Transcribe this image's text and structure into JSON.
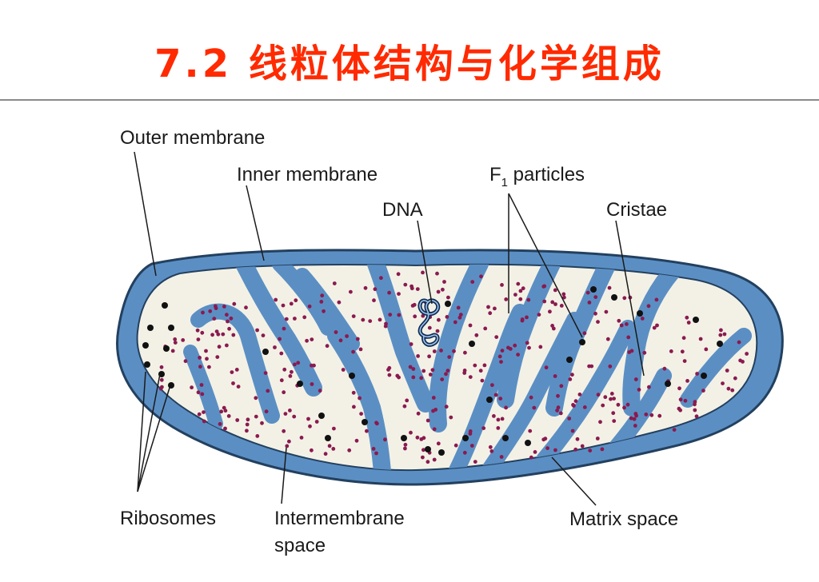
{
  "title": "7.2 线粒体结构与化学组成",
  "labels": {
    "outer_membrane": "Outer membrane",
    "inner_membrane": "Inner membrane",
    "dna": "DNA",
    "f1_particles_main": "F",
    "f1_particles_sub": "1",
    "f1_particles_rest": " particles",
    "cristae": "Cristae",
    "ribosomes": "Ribosomes",
    "intermembrane_line1": "Intermembrane",
    "intermembrane_line2": "space",
    "matrix_space": "Matrix space"
  },
  "colors": {
    "title": "#ff2a00",
    "membrane": "#5b8fc4",
    "membrane_dark": "#23405f",
    "matrix": "#f3f1e6",
    "f1_particle": "#8a1a4f",
    "ribosome": "#111111"
  }
}
